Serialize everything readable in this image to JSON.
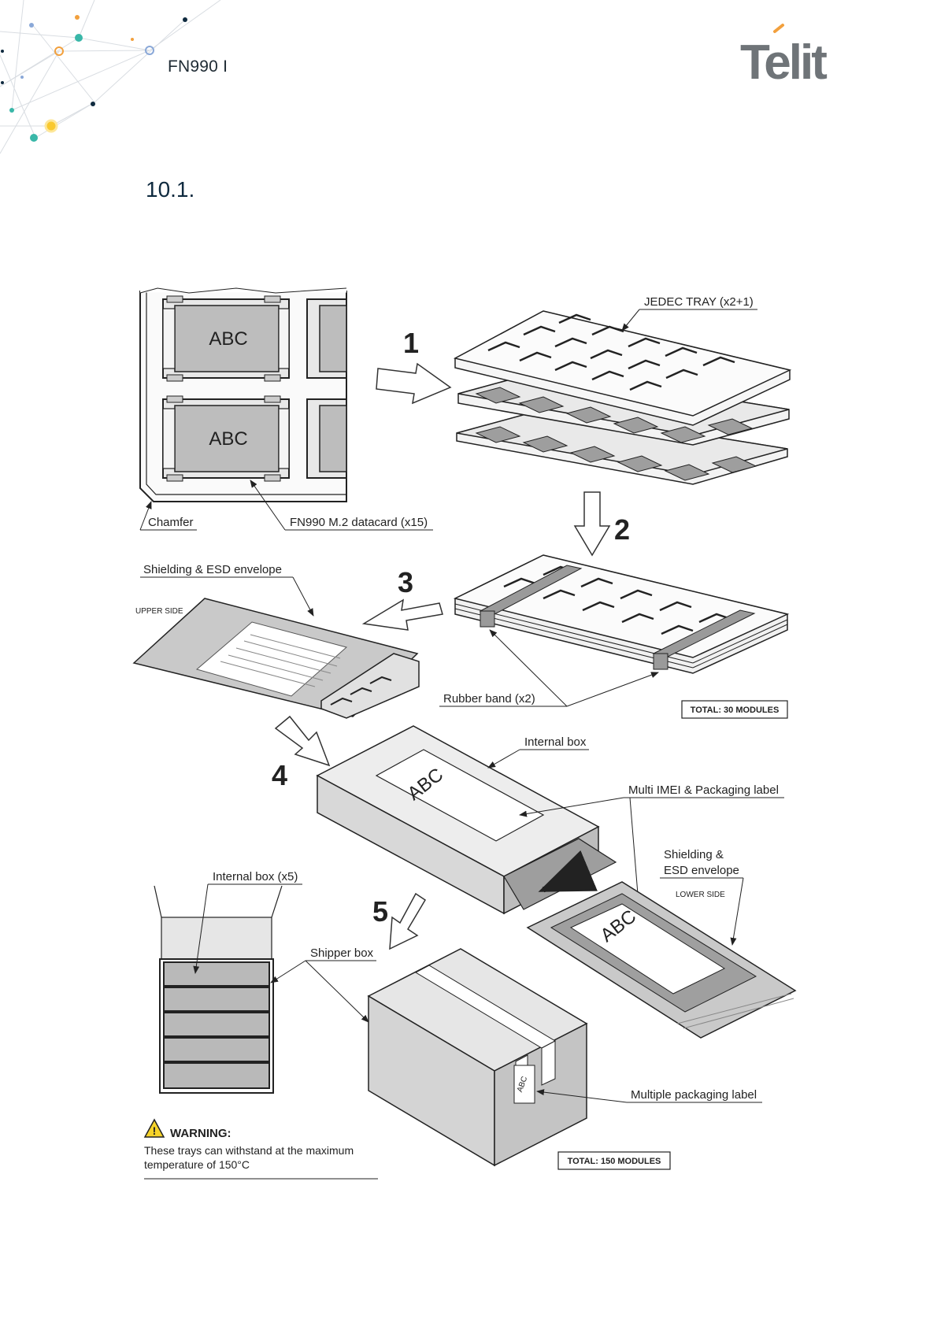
{
  "header": {
    "doc_title": "FN990 I",
    "logo_text": "Telit"
  },
  "section": {
    "number": "10.1."
  },
  "figure": {
    "module_label": "ABC",
    "step_1": "1",
    "step_2": "2",
    "step_3": "3",
    "step_4": "4",
    "step_5": "5",
    "jedec_tray": "JEDEC TRAY (x2+1)",
    "chamfer": "Chamfer",
    "datacard": "FN990 M.2 datacard (x15)",
    "shielding_envelope": "Shielding & ESD envelope",
    "upper_side": "UPPER SIDE",
    "rubber_band": "Rubber band (x2)",
    "total_30": "TOTAL: 30 MODULES",
    "internal_box": "Internal box",
    "multi_imei_label": "Multi IMEI & Packaging label",
    "shielding_line1": "Shielding &",
    "shielding_line2": "ESD envelope",
    "lower_side": "LOWER SIDE",
    "internal_box_x5": "Internal box (x5)",
    "shipper_box": "Shipper box",
    "multiple_packaging_label": "Multiple packaging label",
    "warning_title": "WARNING:",
    "warning_line1": "These trays can withstand at the maximum",
    "warning_line2": "temperature of 150°C",
    "total_150": "TOTAL: 150 MODULES"
  }
}
